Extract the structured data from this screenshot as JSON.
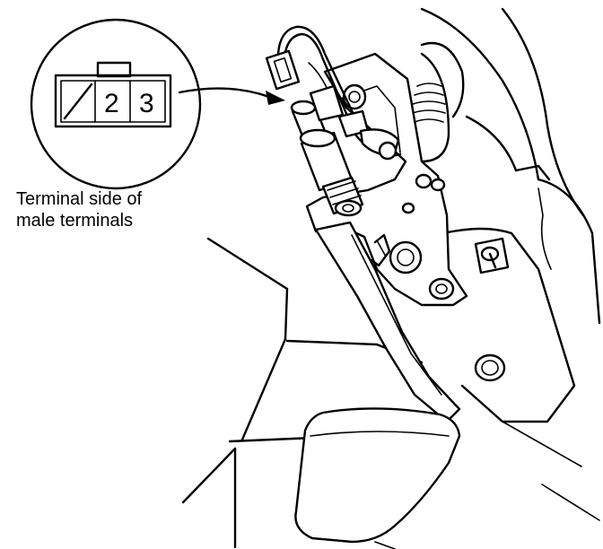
{
  "connector": {
    "terminals": [
      "",
      "2",
      "3"
    ]
  },
  "caption": {
    "line1": "Terminal side of",
    "line2": "male terminals"
  }
}
